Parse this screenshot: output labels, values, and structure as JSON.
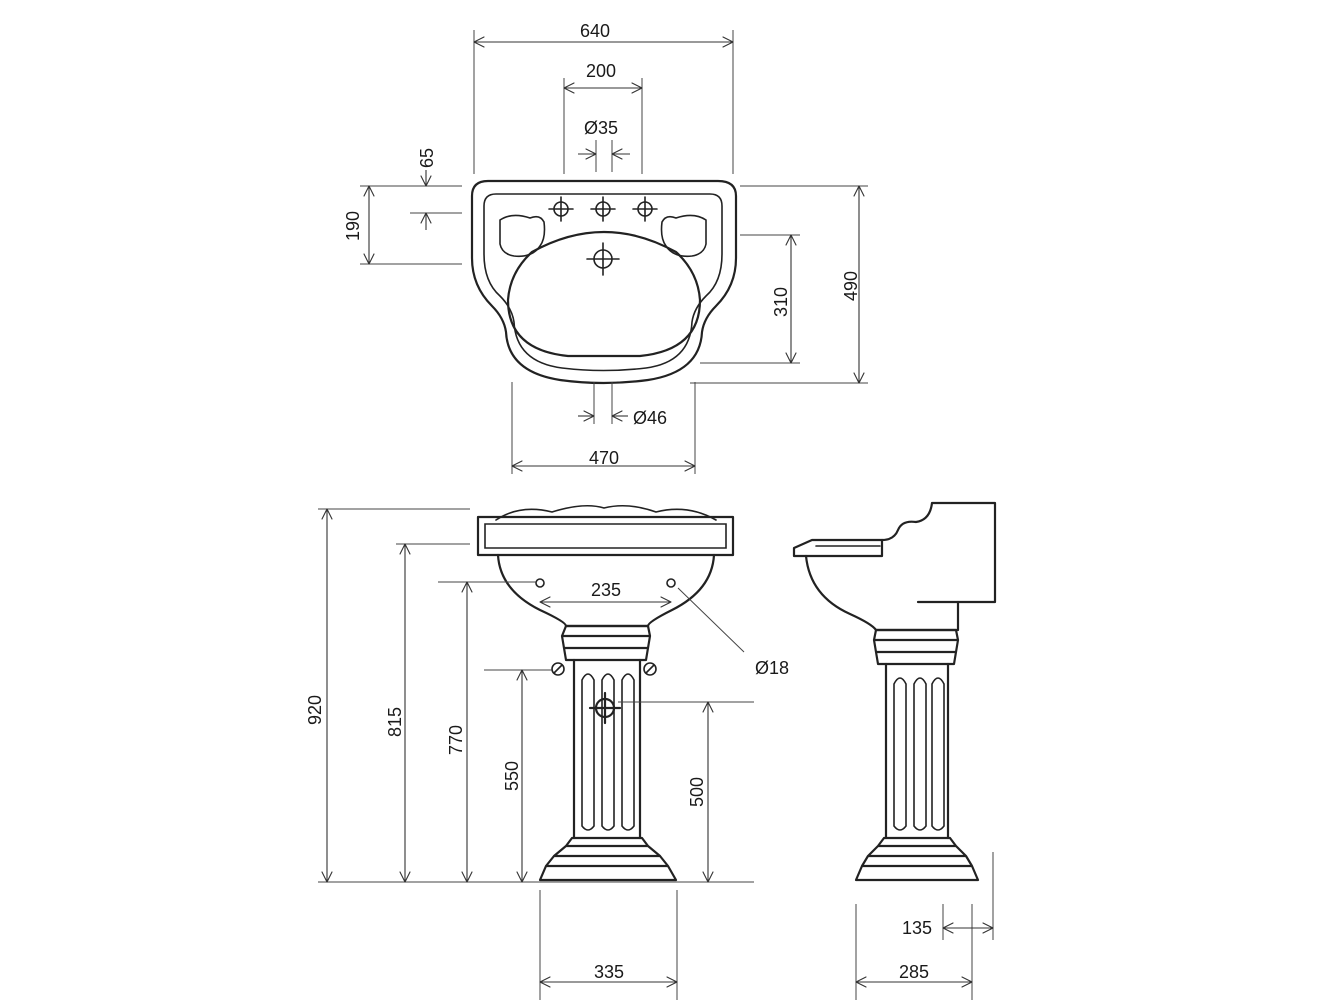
{
  "colors": {
    "line": "#222222",
    "background": "#ffffff"
  },
  "dimensions": {
    "plan_width": "640",
    "tap_spacing": "200",
    "tap_hole": "Ø35",
    "rear_offset": "65",
    "rear_depth": "190",
    "bowl_depth": "310",
    "total_depth": "490",
    "waste_hole": "Ø46",
    "bowl_width": "470",
    "total_height": "920",
    "rim_height": "815",
    "fixing_height": "770",
    "fixing_spacing": "235",
    "fixing_hole": "Ø18",
    "pedestal_fixing_height": "550",
    "waste_height": "500",
    "base_width": "335",
    "base_depth": "285",
    "wall_offset": "135"
  }
}
